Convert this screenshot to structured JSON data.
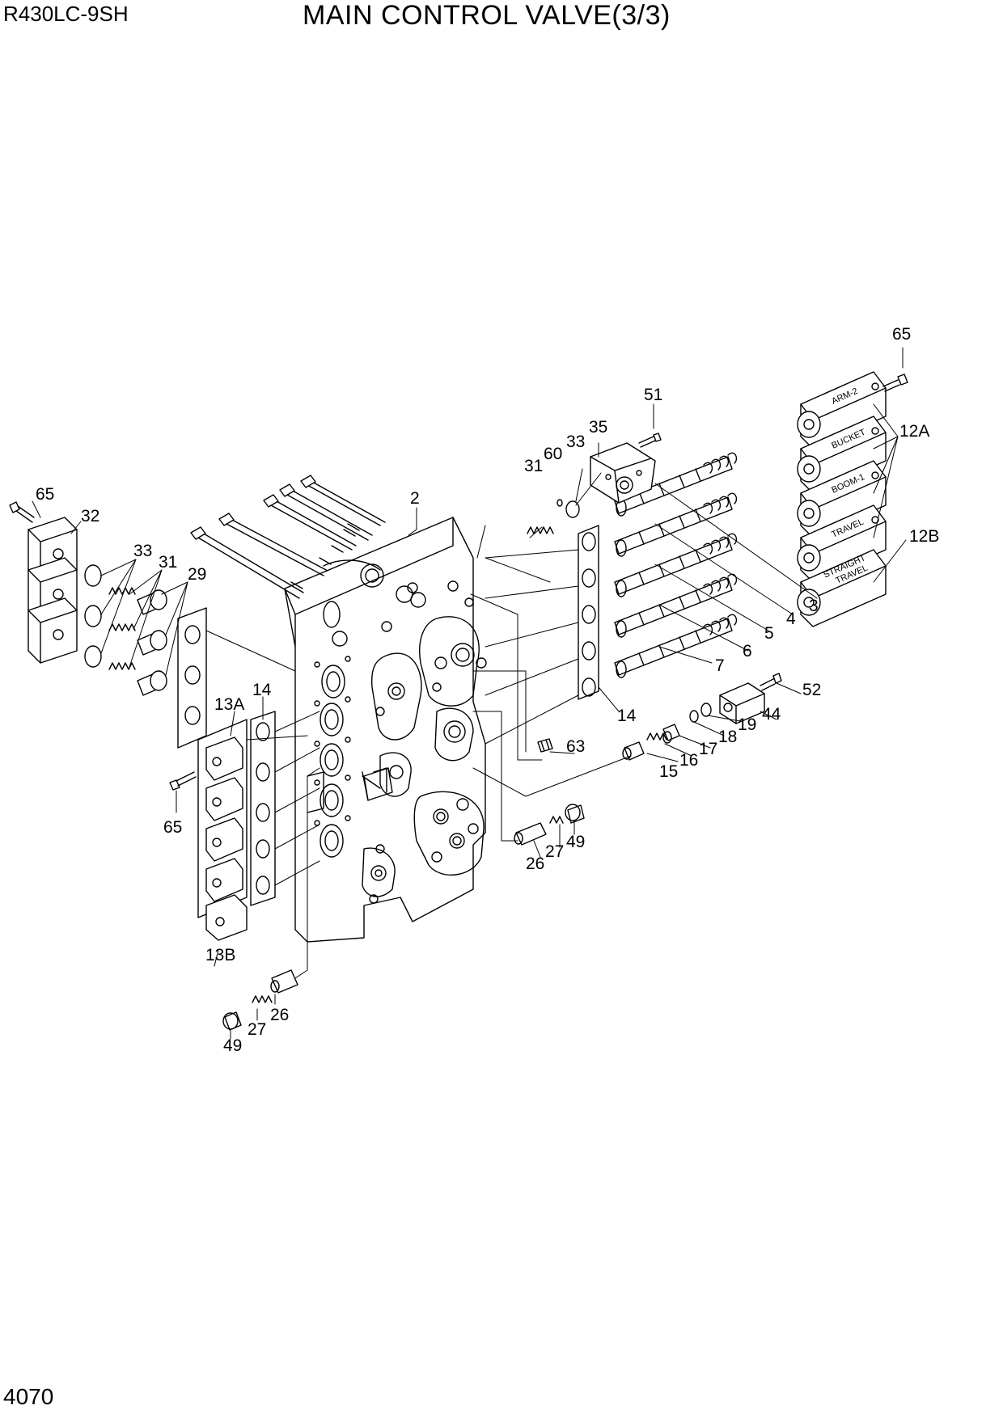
{
  "header": {
    "model": "R430LC-9SH",
    "title": "MAIN CONTROL VALVE(3/3)"
  },
  "footer": {
    "page_number": "4070"
  },
  "callouts": {
    "c65_top": "65",
    "c12A": "12A",
    "c12B": "12B",
    "c51": "51",
    "c35": "35",
    "c33_top": "33",
    "c60": "60",
    "c31_top": "31",
    "c2": "2",
    "c3": "3",
    "c4": "4",
    "c5": "5",
    "c6": "6",
    "c7": "7",
    "c14_right": "14",
    "c52": "52",
    "c44": "44",
    "c19": "19",
    "c18": "18",
    "c17": "17",
    "c16": "16",
    "c15": "15",
    "c63": "63",
    "c49_right": "49",
    "c27_right": "27",
    "c26_right": "26",
    "c65_left": "65",
    "c32": "32",
    "c33_left": "33",
    "c31_left": "31",
    "c29": "29",
    "c14_left": "14",
    "c13A": "13A",
    "c13B": "13B",
    "c65_bottom": "65",
    "c26_bottom": "26",
    "c27_bottom": "27",
    "c49_bottom": "49"
  },
  "cap_labels": {
    "arm2": "ARM-2",
    "bucket": "BUCKET",
    "boom1": "BOOM-1",
    "travel": "TRAVEL",
    "straight": "STRAIGHT",
    "straight_travel": "TRAVEL"
  }
}
